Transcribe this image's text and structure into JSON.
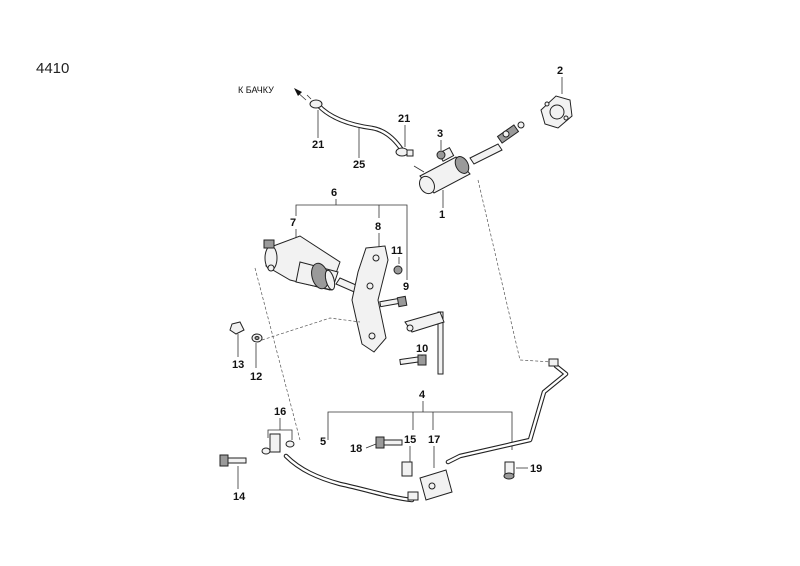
{
  "diagram": {
    "code": "4410",
    "note": "К БАЧКУ",
    "callouts": {
      "c1": "1",
      "c2": "2",
      "c3": "3",
      "c4": "4",
      "c5": "5",
      "c6": "6",
      "c7": "7",
      "c8": "8",
      "c9": "9",
      "c10": "10",
      "c11": "11",
      "c12": "12",
      "c13": "13",
      "c14": "14",
      "c15": "15",
      "c16": "16",
      "c17": "17",
      "c18": "18",
      "c19": "19",
      "c21a": "21",
      "c21b": "21",
      "c25": "25"
    }
  }
}
